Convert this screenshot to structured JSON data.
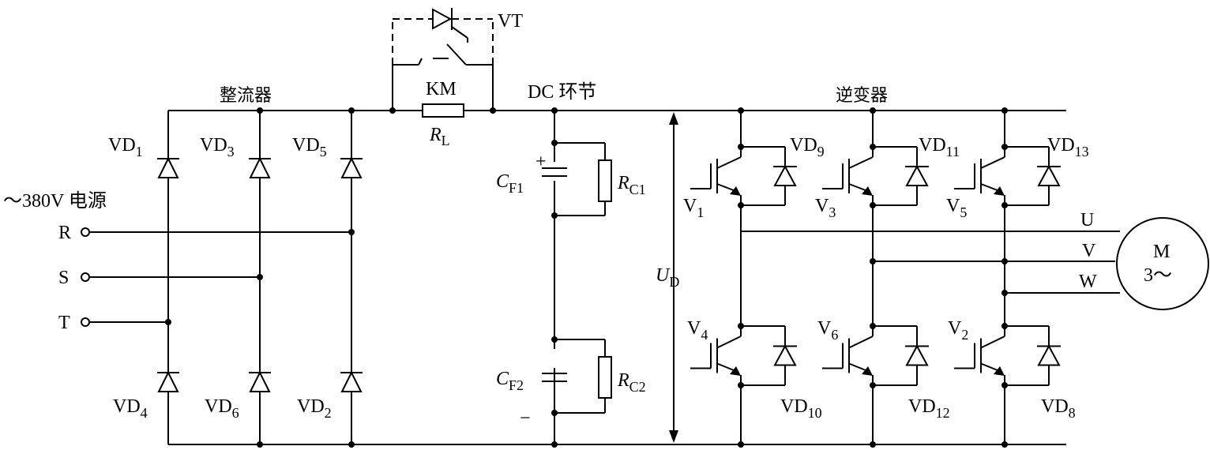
{
  "sections": {
    "rectifier": "整流器",
    "dc_link": "DC 环节",
    "inverter": "逆变器"
  },
  "source": {
    "label": "～380V 电源",
    "phases": [
      "R",
      "S",
      "T"
    ]
  },
  "bypass": {
    "thyristor": "VT",
    "contactor": "KM",
    "resistor_main": "R",
    "resistor_sub": "L"
  },
  "dc_link": {
    "cap1_main": "C",
    "cap1_sub": "F1",
    "cap2_main": "C",
    "cap2_sub": "F2",
    "res1_main": "R",
    "res1_sub": "C1",
    "res2_main": "R",
    "res2_sub": "C2",
    "plus": "+",
    "minus": "−",
    "voltage_main": "U",
    "voltage_sub": "D"
  },
  "rectifier_diodes": [
    {
      "main": "VD",
      "sub": "1"
    },
    {
      "main": "VD",
      "sub": "3"
    },
    {
      "main": "VD",
      "sub": "5"
    },
    {
      "main": "VD",
      "sub": "4"
    },
    {
      "main": "VD",
      "sub": "6"
    },
    {
      "main": "VD",
      "sub": "2"
    }
  ],
  "inverter_switches": [
    {
      "main": "V",
      "sub": "1"
    },
    {
      "main": "V",
      "sub": "3"
    },
    {
      "main": "V",
      "sub": "5"
    },
    {
      "main": "V",
      "sub": "4"
    },
    {
      "main": "V",
      "sub": "6"
    },
    {
      "main": "V",
      "sub": "2"
    }
  ],
  "freewheel_diodes": [
    {
      "main": "VD",
      "sub": "9"
    },
    {
      "main": "VD",
      "sub": "11"
    },
    {
      "main": "VD",
      "sub": "13"
    },
    {
      "main": "VD",
      "sub": "10"
    },
    {
      "main": "VD",
      "sub": "12"
    },
    {
      "main": "VD",
      "sub": "8"
    }
  ],
  "outputs": [
    "U",
    "V",
    "W"
  ],
  "motor": {
    "line1": "M",
    "line2": "3～"
  }
}
